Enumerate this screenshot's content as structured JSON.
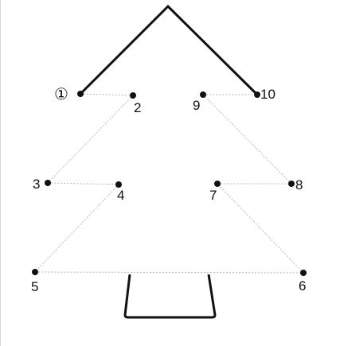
{
  "worksheet": {
    "dots": [
      {
        "label": "①"
      },
      {
        "label": "2"
      },
      {
        "label": "3"
      },
      {
        "label": "4"
      },
      {
        "label": "5"
      },
      {
        "label": "6"
      },
      {
        "label": "7"
      },
      {
        "label": "8"
      },
      {
        "label": "9"
      },
      {
        "label": "10"
      }
    ],
    "colors": {
      "ink": "#111111",
      "guide": "#b8b8b8",
      "edge": "#d6d6d6",
      "paper": "#ffffff"
    }
  }
}
